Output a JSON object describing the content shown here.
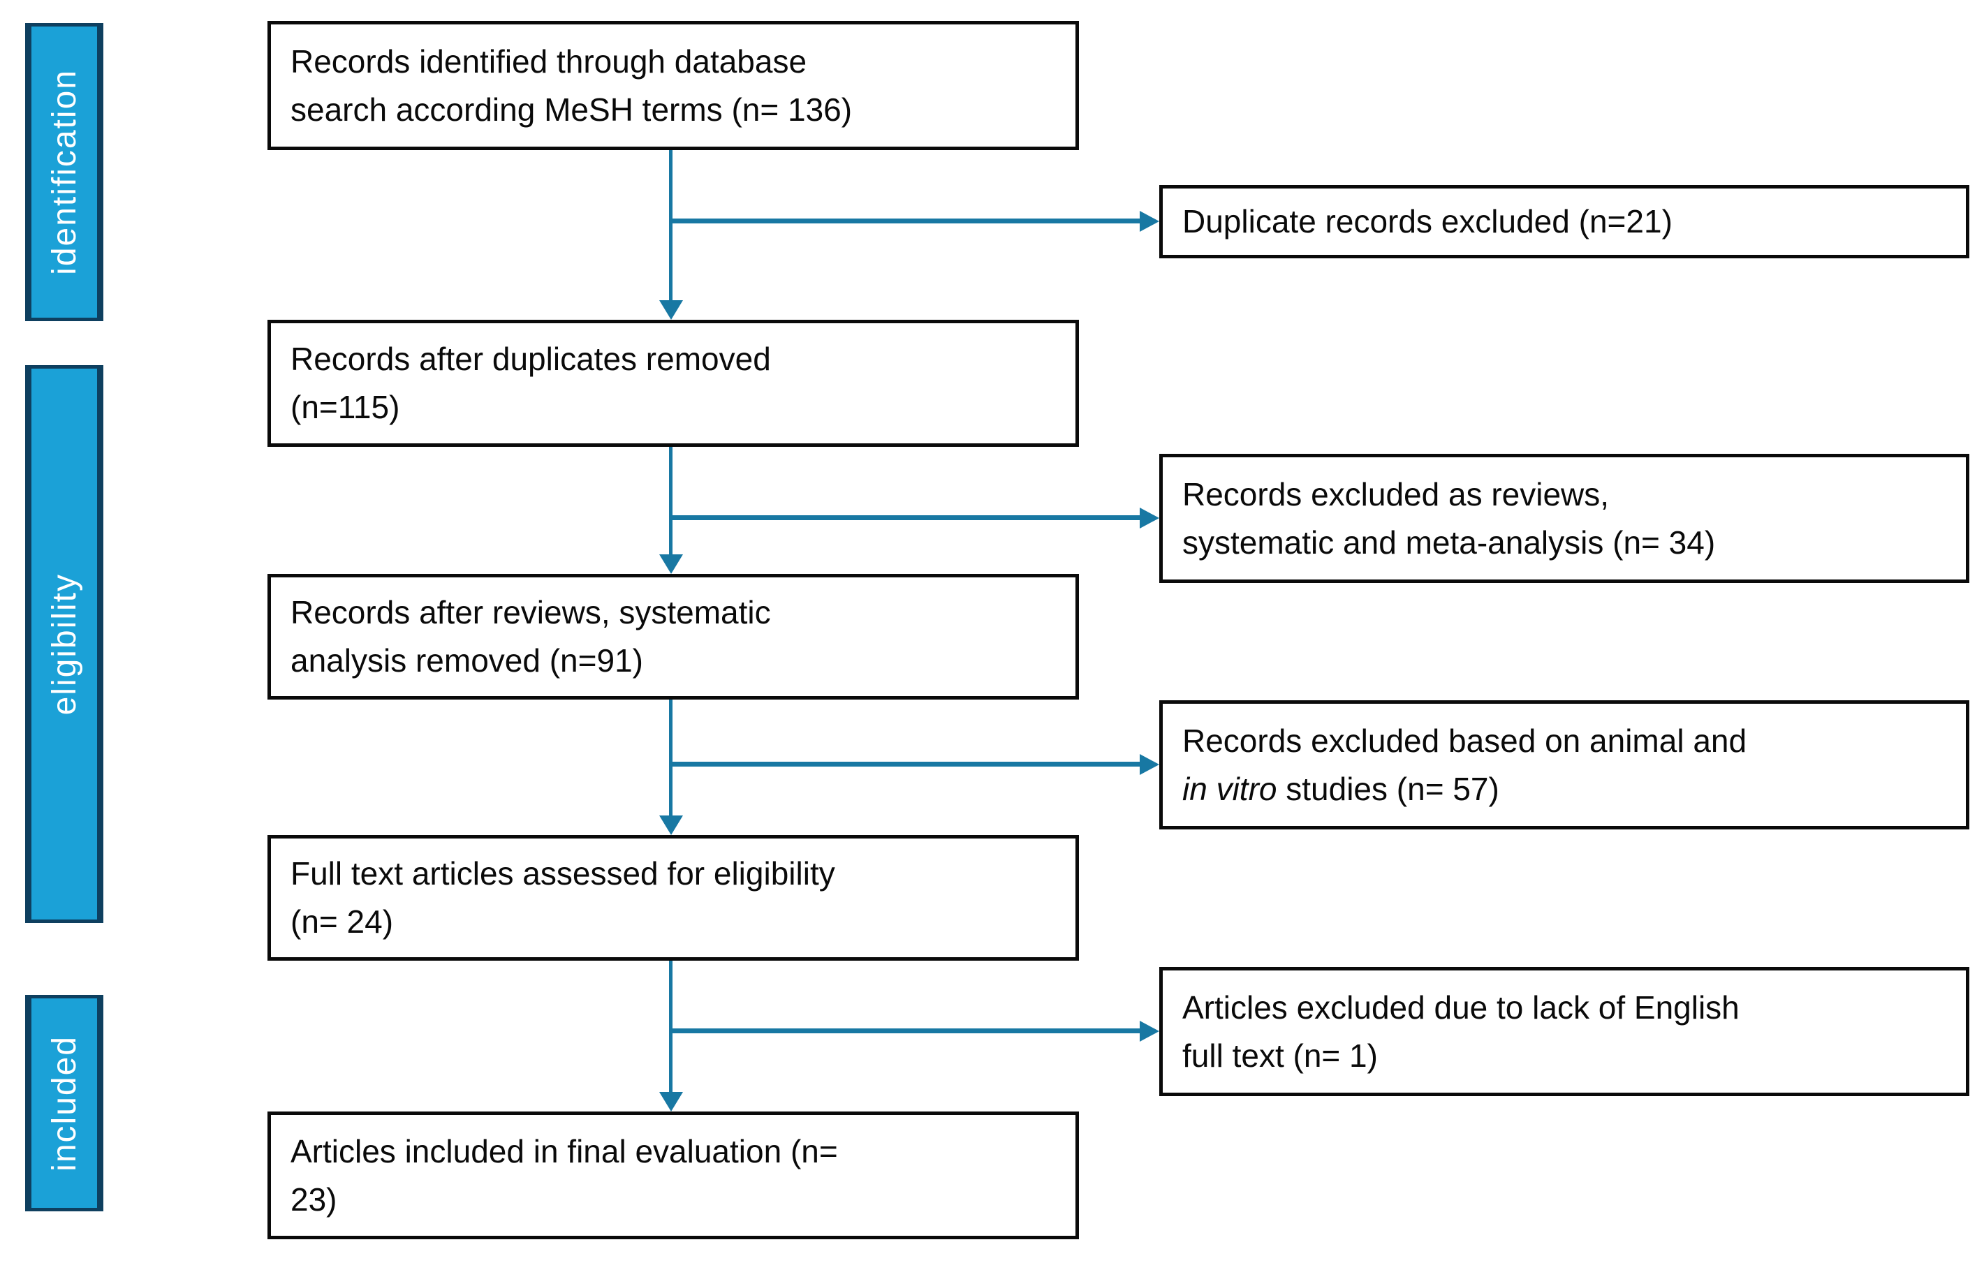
{
  "diagram": {
    "type": "prisma-flow",
    "colors": {
      "arrow": "#1878a3",
      "phase_bar_fill": "#1ba1d7",
      "phase_bar_border": "#0e3f5f",
      "phase_bar_text": "#ffffff",
      "box_border": "#0a0a0a",
      "box_text": "#0a0a0a",
      "background": "#ffffff"
    },
    "phases": [
      {
        "id": "identification",
        "label": "identification"
      },
      {
        "id": "eligibility",
        "label": "eligibility"
      },
      {
        "id": "included",
        "label": "included"
      }
    ],
    "flow_boxes": [
      {
        "id": "records-identified",
        "n": 136,
        "text": "Records identified through database\nsearch according MeSH terms (n= 136)"
      },
      {
        "id": "records-after-duplicates",
        "n": 115,
        "text": "Records after duplicates removed\n(n=115)"
      },
      {
        "id": "records-after-reviews",
        "n": 91,
        "text": "Records after reviews, systematic\nanalysis removed (n=91)"
      },
      {
        "id": "full-text-assessed",
        "n": 24,
        "text": "Full text articles assessed for eligibility\n(n= 24)"
      },
      {
        "id": "articles-included",
        "n": 23,
        "text": "Articles included in final evaluation (n=\n23)"
      }
    ],
    "exclusion_boxes": [
      {
        "id": "duplicates-excluded",
        "n": 21,
        "text": "Duplicate records excluded (n=21)"
      },
      {
        "id": "reviews-excluded",
        "n": 34,
        "text": "Records excluded as reviews,\nsystematic and meta-analysis (n= 34)"
      },
      {
        "id": "animal-invitro-excluded",
        "n": 57,
        "parts": [
          {
            "text": "Records excluded based on animal and\n",
            "italic": false
          },
          {
            "text": "in vitro",
            "italic": true
          },
          {
            "text": " studies (n= 57)",
            "italic": false
          }
        ]
      },
      {
        "id": "no-english-excluded",
        "n": 1,
        "text": "Articles excluded due to lack of English\nfull text (n= 1)"
      }
    ]
  }
}
